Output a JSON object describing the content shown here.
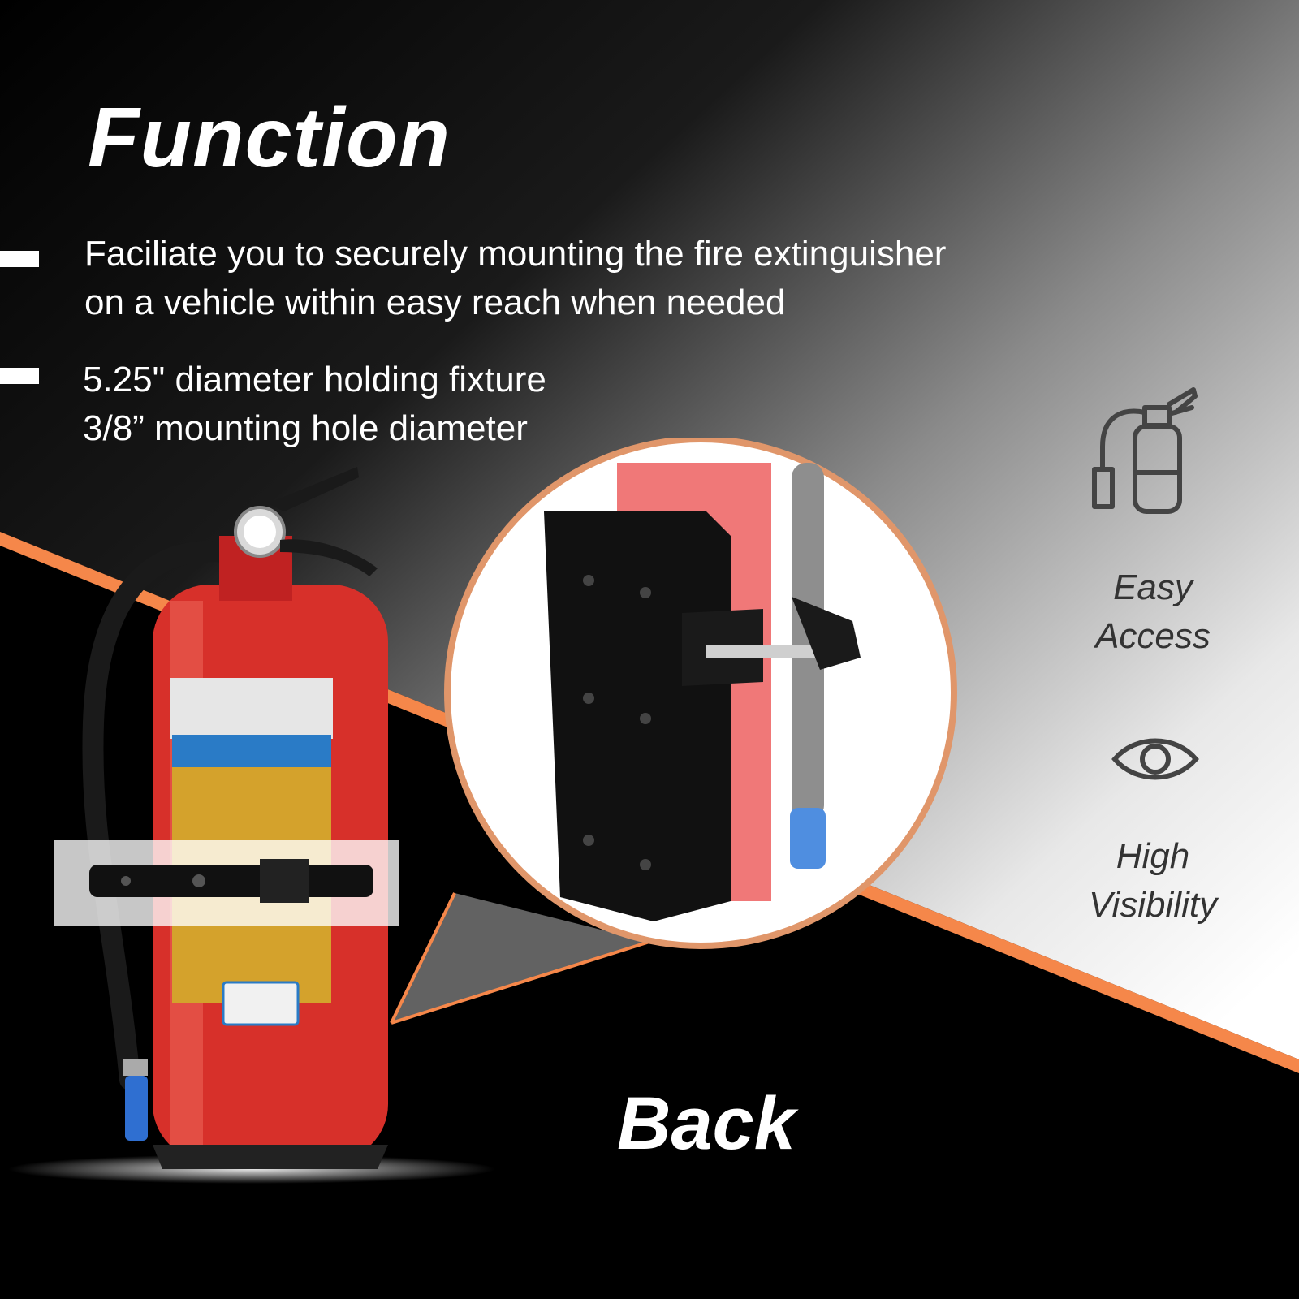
{
  "title": "Function",
  "bullets": [
    {
      "lines": [
        "Faciliate you to securely mounting the fire extinguisher",
        "on a vehicle within easy reach when needed"
      ]
    },
    {
      "lines": [
        "5.25\" diameter holding fixture",
        "3/8” mounting hole diameter"
      ]
    }
  ],
  "features": [
    {
      "icon": "fire-extinguisher-icon",
      "lines": [
        "Easy",
        "Access"
      ]
    },
    {
      "icon": "eye-icon",
      "lines": [
        "High",
        "Visibility"
      ]
    }
  ],
  "view_label": "Back",
  "colors": {
    "accent": "#F5874A",
    "text_light": "#FFFFFF",
    "text_dark": "#333333"
  }
}
